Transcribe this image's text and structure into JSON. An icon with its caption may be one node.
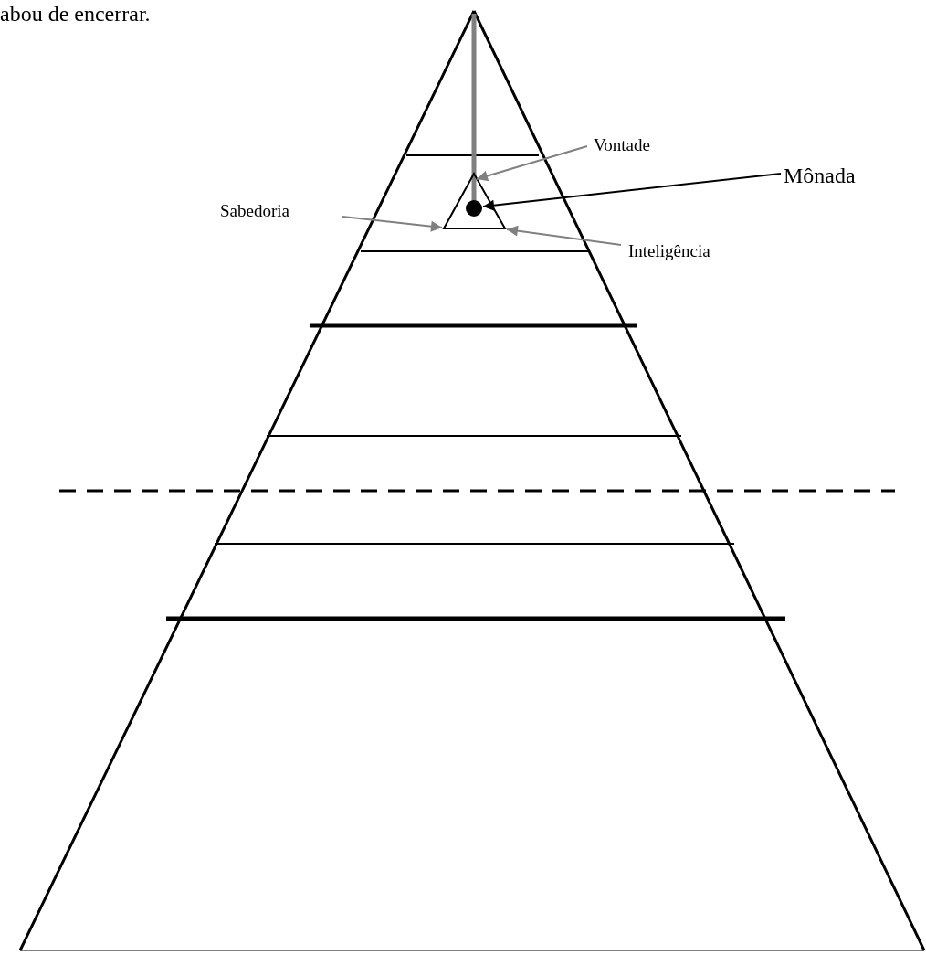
{
  "diagram": {
    "nodes": [
      {
        "text": [
          "Vontade"
        ]
      },
      {
        "text": [
          "Mônada"
        ]
      },
      {
        "text": [],
        "shape": "triangle"
      },
      {
        "text": [],
        "shape": "circle",
        "in": 2
      },
      {
        "text": [
          "Sabedoria"
        ]
      },
      {
        "text": [
          "Inteligência"
        ]
      }
    ],
    "edges": [
      {
        "from": 0,
        "to": 2,
        "arrow": "to"
      },
      {
        "from": 1,
        "to": 3,
        "arrow": "to",
        "color": "#000000"
      },
      {
        "from": 4,
        "to": 2,
        "arrow": "to"
      },
      {
        "from": 5,
        "to": 2,
        "arrow": "to"
      }
    ],
    "labels": [
      "abou de encerrar."
    ]
  }
}
